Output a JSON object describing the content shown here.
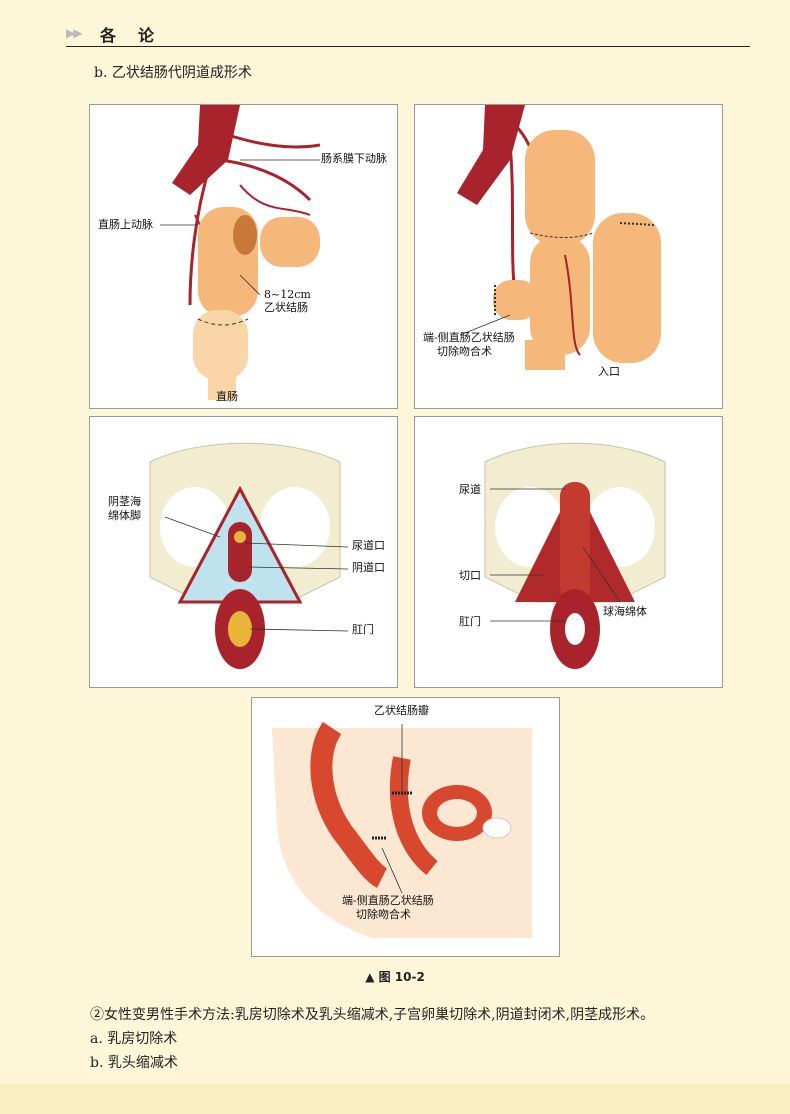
{
  "header": {
    "arrows": "▶▶",
    "title": "各论"
  },
  "subtitle": "b.  乙状结肠代阴道成形术",
  "panels": {
    "p1": {
      "l1": "肠系膜下动脉",
      "l2": "直肠上动脉",
      "l3a": "8~12cm",
      "l3b": "乙状结肠",
      "l4": "直肠"
    },
    "p2": {
      "l1a": "端-侧直肠乙状结肠",
      "l1b": "切除吻合术",
      "l2": "入口"
    },
    "p3": {
      "l1a": "阴茎海",
      "l1b": "绵体脚",
      "l2": "尿道口",
      "l3": "阴道口",
      "l4": "肛门"
    },
    "p4": {
      "l1": "尿道",
      "l2": "切口",
      "l3": "球海绵体",
      "l4": "肛门"
    },
    "p5": {
      "l1": "乙状结肠瓣",
      "l2a": "端-侧直肠乙状结肠",
      "l2b": "切除吻合术"
    }
  },
  "caption": "▲ 图 10-2",
  "body": {
    "line1": "②女性变男性手术方法:乳房切除术及乳头缩减术,子宫卵巢切除术,阴道封闭术,阴茎成形术。",
    "line2": "a.  乳房切除术",
    "line3": "b.  乳头缩减术"
  }
}
